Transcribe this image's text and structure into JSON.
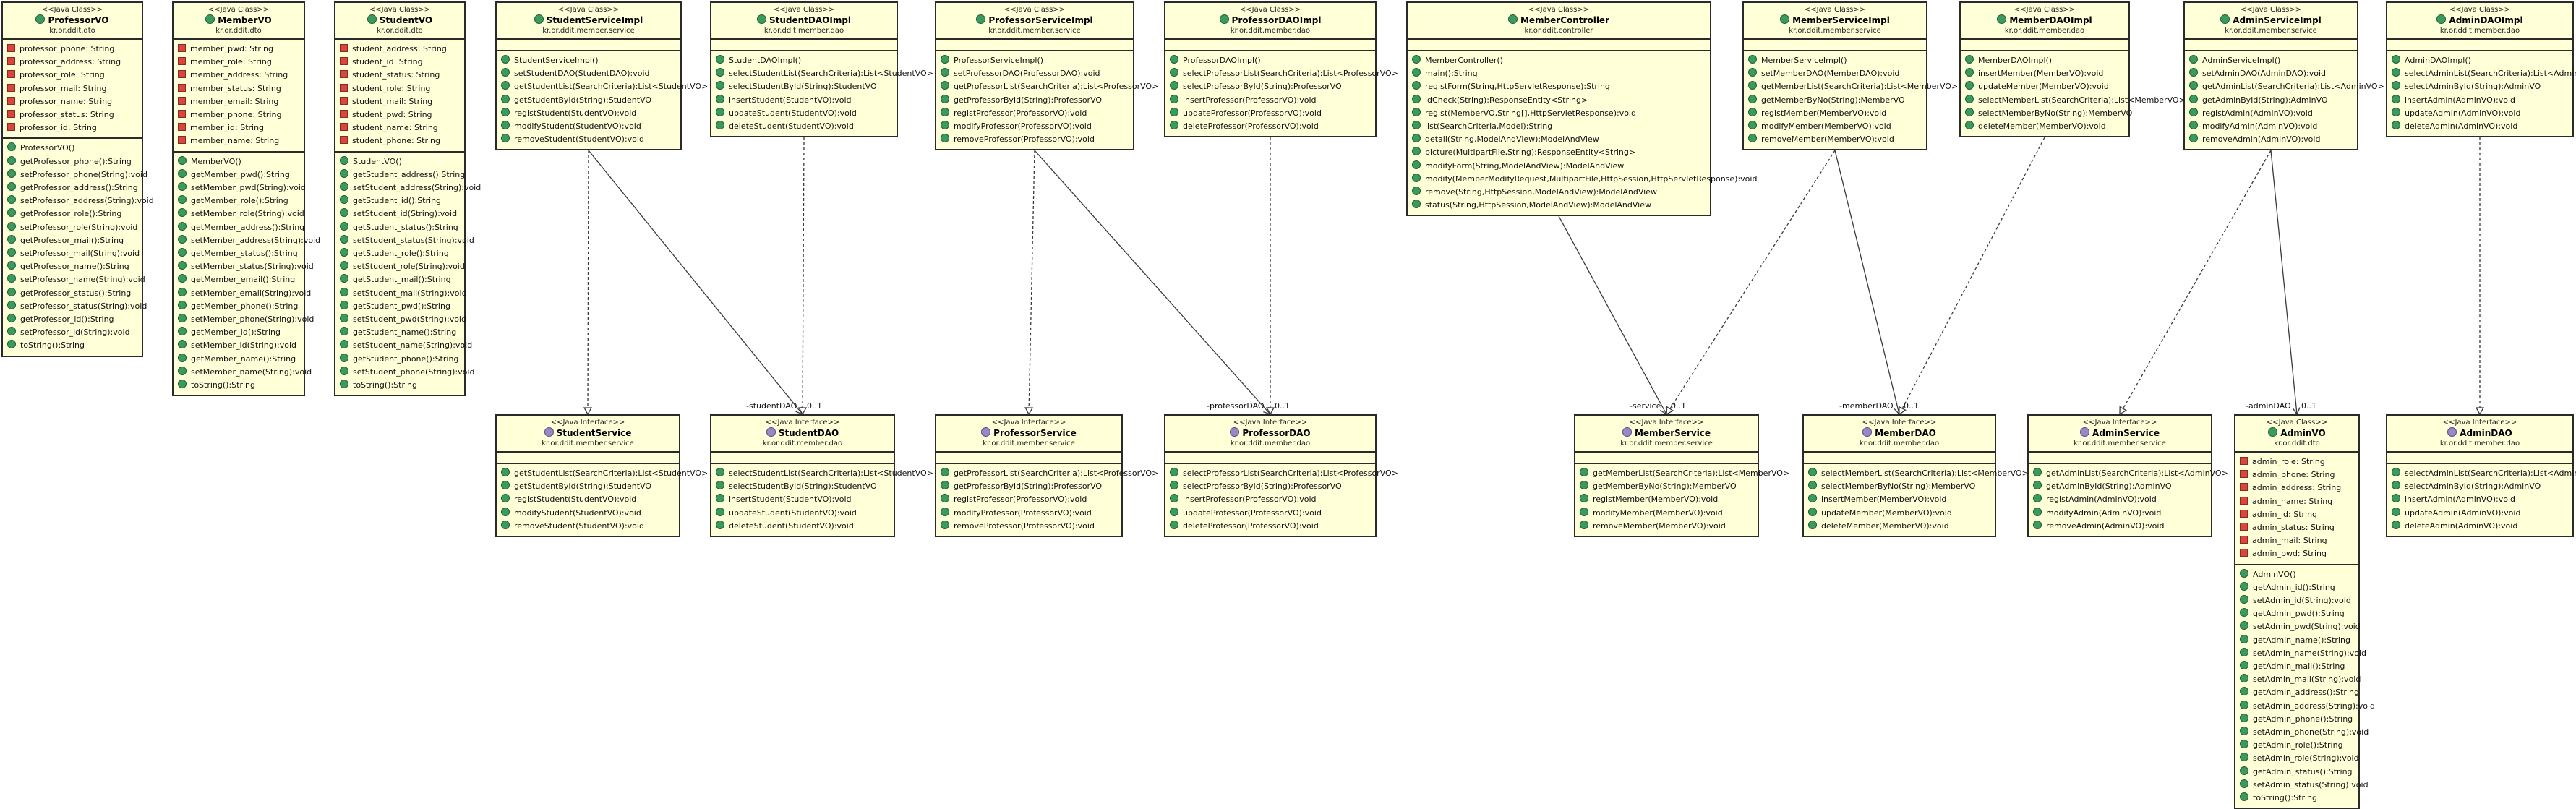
{
  "classes": [
    {
      "id": "ProfessorVO",
      "stereotype": "<<Java Class>>",
      "name": "ProfessorVO",
      "package": "kr.or.ddit.dto",
      "kind": "class",
      "fields": [
        "professor_phone: String",
        "professor_address: String",
        "professor_role: String",
        "professor_mail: String",
        "professor_name: String",
        "professor_status: String",
        "professor_id: String"
      ],
      "methods": [
        "ProfessorVO()",
        "getProfessor_phone():String",
        "setProfessor_phone(String):void",
        "getProfessor_address():String",
        "setProfessor_address(String):void",
        "getProfessor_role():String",
        "setProfessor_role(String):void",
        "getProfessor_mail():String",
        "setProfessor_mail(String):void",
        "getProfessor_name():String",
        "setProfessor_name(String):void",
        "getProfessor_status():String",
        "setProfessor_status(String):void",
        "getProfessor_id():String",
        "setProfessor_id(String):void",
        "toString():String"
      ]
    },
    {
      "id": "MemberVO",
      "stereotype": "<<Java Class>>",
      "name": "MemberVO",
      "package": "kr.or.ddit.dto",
      "kind": "class",
      "fields": [
        "member_pwd: String",
        "member_role: String",
        "member_address: String",
        "member_status: String",
        "member_email: String",
        "member_phone: String",
        "member_id: String",
        "member_name: String"
      ],
      "methods": [
        "MemberVO()",
        "getMember_pwd():String",
        "setMember_pwd(String):void",
        "getMember_role():String",
        "setMember_role(String):void",
        "getMember_address():String",
        "setMember_address(String):void",
        "getMember_status():String",
        "setMember_status(String):void",
        "getMember_email():String",
        "setMember_email(String):void",
        "getMember_phone():String",
        "setMember_phone(String):void",
        "getMember_id():String",
        "setMember_id(String):void",
        "getMember_name():String",
        "setMember_name(String):void",
        "toString():String"
      ]
    },
    {
      "id": "StudentVO",
      "stereotype": "<<Java Class>>",
      "name": "StudentVO",
      "package": "kr.or.ddit.dto",
      "kind": "class",
      "fields": [
        "student_address: String",
        "student_id: String",
        "student_status: String",
        "student_role: String",
        "student_mail: String",
        "student_pwd: String",
        "student_name: String",
        "student_phone: String"
      ],
      "methods": [
        "StudentVO()",
        "getStudent_address():String",
        "setStudent_address(String):void",
        "getStudent_id():String",
        "setStudent_id(String):void",
        "getStudent_status():String",
        "setStudent_status(String):void",
        "getStudent_role():String",
        "setStudent_role(String):void",
        "getStudent_mail():String",
        "setStudent_mail(String):void",
        "getStudent_pwd():String",
        "setStudent_pwd(String):void",
        "getStudent_name():String",
        "setStudent_name(String):void",
        "getStudent_phone():String",
        "setStudent_phone(String):void",
        "toString():String"
      ]
    },
    {
      "id": "StudentServiceImpl",
      "stereotype": "<<Java Class>>",
      "name": "StudentServiceImpl",
      "package": "kr.or.ddit.member.service",
      "kind": "class",
      "fields": [],
      "methods": [
        "StudentServiceImpl()",
        "setStudentDAO(StudentDAO):void",
        "getStudentList(SearchCriteria):List<StudentVO>",
        "getStudentById(String):StudentVO",
        "registStudent(StudentVO):void",
        "modifyStudent(StudentVO):void",
        "removeStudent(StudentVO):void"
      ]
    },
    {
      "id": "StudentDAOImpl",
      "stereotype": "<<Java Class>>",
      "name": "StudentDAOImpl",
      "package": "kr.or.ddit.member.dao",
      "kind": "class",
      "fields": [],
      "methods": [
        "StudentDAOImpl()",
        "selectStudentList(SearchCriteria):List<StudentVO>",
        "selectStudentById(String):StudentVO",
        "insertStudent(StudentVO):void",
        "updateStudent(StudentVO):void",
        "deleteStudent(StudentVO):void"
      ]
    },
    {
      "id": "ProfessorServiceImpl",
      "stereotype": "<<Java Class>>",
      "name": "ProfessorServiceImpl",
      "package": "kr.or.ddit.member.service",
      "kind": "class",
      "fields": [],
      "methods": [
        "ProfessorServiceImpl()",
        "setProfessorDAO(ProfessorDAO):void",
        "getProfessorList(SearchCriteria):List<ProfessorVO>",
        "getProfessorById(String):ProfessorVO",
        "registProfessor(ProfessorVO):void",
        "modifyProfessor(ProfessorVO):void",
        "removeProfessor(ProfessorVO):void"
      ]
    },
    {
      "id": "ProfessorDAOImpl",
      "stereotype": "<<Java Class>>",
      "name": "ProfessorDAOImpl",
      "package": "kr.or.ddit.member.dao",
      "kind": "class",
      "fields": [],
      "methods": [
        "ProfessorDAOImpl()",
        "selectProfessorList(SearchCriteria):List<ProfessorVO>",
        "selectProfessorById(String):ProfessorVO",
        "insertProfessor(ProfessorVO):void",
        "updateProfessor(ProfessorVO):void",
        "deleteProfessor(ProfessorVO):void"
      ]
    },
    {
      "id": "MemberController",
      "stereotype": "<<Java Class>>",
      "name": "MemberController",
      "package": "kr.or.ddit.controller",
      "kind": "class",
      "fields": [],
      "methods": [
        "MemberController()",
        "main():String",
        "registForm(String,HttpServletResponse):String",
        "idCheck(String):ResponseEntity<String>",
        "regist(MemberVO,String[],HttpServletResponse):void",
        "list(SearchCriteria,Model):String",
        "detail(String,ModelAndView):ModelAndView",
        "picture(MultipartFile,String):ResponseEntity<String>",
        "modifyForm(String,ModelAndView):ModelAndView",
        "modify(MemberModifyRequest,MultipartFile,HttpSession,HttpServletResponse):void",
        "remove(String,HttpSession,ModelAndView):ModelAndView",
        "status(String,HttpSession,ModelAndView):ModelAndView"
      ]
    },
    {
      "id": "MemberServiceImpl",
      "stereotype": "<<Java Class>>",
      "name": "MemberServiceImpl",
      "package": "kr.or.ddit.member.service",
      "kind": "class",
      "fields": [],
      "methods": [
        "MemberServiceImpl()",
        "setMemberDAO(MemberDAO):void",
        "getMemberList(SearchCriteria):List<MemberVO>",
        "getMemberByNo(String):MemberVO",
        "registMember(MemberVO):void",
        "modifyMember(MemberVO):void",
        "removeMember(MemberVO):void"
      ]
    },
    {
      "id": "MemberDAOImpl",
      "stereotype": "<<Java Class>>",
      "name": "MemberDAOImpl",
      "package": "kr.or.ddit.member.dao",
      "kind": "class",
      "fields": [],
      "methods": [
        "MemberDAOImpl()",
        "insertMember(MemberVO):void",
        "updateMember(MemberVO):void",
        "selectMemberList(SearchCriteria):List<MemberVO>",
        "selectMemberByNo(String):MemberVO",
        "deleteMember(MemberVO):void"
      ]
    },
    {
      "id": "AdminServiceImpl",
      "stereotype": "<<Java Class>>",
      "name": "AdminServiceImpl",
      "package": "kr.or.ddit.member.service",
      "kind": "class",
      "fields": [],
      "methods": [
        "AdminServiceImpl()",
        "setAdminDAO(AdminDAO):void",
        "getAdminList(SearchCriteria):List<AdminVO>",
        "getAdminById(String):AdminVO",
        "registAdmin(AdminVO):void",
        "modifyAdmin(AdminVO):void",
        "removeAdmin(AdminVO):void"
      ]
    },
    {
      "id": "AdminDAOImpl",
      "stereotype": "<<Java Class>>",
      "name": "AdminDAOImpl",
      "package": "kr.or.ddit.member.dao",
      "kind": "class",
      "fields": [],
      "methods": [
        "AdminDAOImpl()",
        "selectAdminList(SearchCriteria):List<AdminVO>",
        "selectAdminById(String):AdminVO",
        "insertAdmin(AdminVO):void",
        "updateAdmin(AdminVO):void",
        "deleteAdmin(AdminVO):void"
      ]
    },
    {
      "id": "StudentService",
      "stereotype": "<<Java Interface>>",
      "name": "StudentService",
      "package": "kr.or.ddit.member.service",
      "kind": "interface",
      "fields": [],
      "methods": [
        "getStudentList(SearchCriteria):List<StudentVO>",
        "getStudentById(String):StudentVO",
        "registStudent(StudentVO):void",
        "modifyStudent(StudentVO):void",
        "removeStudent(StudentVO):void"
      ]
    },
    {
      "id": "StudentDAO",
      "stereotype": "<<Java Interface>>",
      "name": "StudentDAO",
      "package": "kr.or.ddit.member.dao",
      "kind": "interface",
      "fields": [],
      "methods": [
        "selectStudentList(SearchCriteria):List<StudentVO>",
        "selectStudentById(String):StudentVO",
        "insertStudent(StudentVO):void",
        "updateStudent(StudentVO):void",
        "deleteStudent(StudentVO):void"
      ]
    },
    {
      "id": "ProfessorService",
      "stereotype": "<<Java Interface>>",
      "name": "ProfessorService",
      "package": "kr.or.ddit.member.service",
      "kind": "interface",
      "fields": [],
      "methods": [
        "getProfessorList(SearchCriteria):List<ProfessorVO>",
        "getProfessorById(String):ProfessorVO",
        "registProfessor(ProfessorVO):void",
        "modifyProfessor(ProfessorVO):void",
        "removeProfessor(ProfessorVO):void"
      ]
    },
    {
      "id": "ProfessorDAO",
      "stereotype": "<<Java Interface>>",
      "name": "ProfessorDAO",
      "package": "kr.or.ddit.member.dao",
      "kind": "interface",
      "fields": [],
      "methods": [
        "selectProfessorList(SearchCriteria):List<ProfessorVO>",
        "selectProfessorById(String):ProfessorVO",
        "insertProfessor(ProfessorVO):void",
        "updateProfessor(ProfessorVO):void",
        "deleteProfessor(ProfessorVO):void"
      ]
    },
    {
      "id": "MemberService",
      "stereotype": "<<Java Interface>>",
      "name": "MemberService",
      "package": "kr.or.ddit.member.service",
      "kind": "interface",
      "fields": [],
      "methods": [
        "getMemberList(SearchCriteria):List<MemberVO>",
        "getMemberByNo(String):MemberVO",
        "registMember(MemberVO):void",
        "modifyMember(MemberVO):void",
        "removeMember(MemberVO):void"
      ]
    },
    {
      "id": "MemberDAO",
      "stereotype": "<<Java Interface>>",
      "name": "MemberDAO",
      "package": "kr.or.ddit.member.dao",
      "kind": "interface",
      "fields": [],
      "methods": [
        "selectMemberList(SearchCriteria):List<MemberVO>",
        "selectMemberByNo(String):MemberVO",
        "insertMember(MemberVO):void",
        "updateMember(MemberVO):void",
        "deleteMember(MemberVO):void"
      ]
    },
    {
      "id": "AdminService",
      "stereotype": "<<Java Interface>>",
      "name": "AdminService",
      "package": "kr.or.ddit.member.service",
      "kind": "interface",
      "fields": [],
      "methods": [
        "getAdminList(SearchCriteria):List<AdminVO>",
        "getAdminById(String):AdminVO",
        "registAdmin(AdminVO):void",
        "modifyAdmin(AdminVO):void",
        "removeAdmin(AdminVO):void"
      ]
    },
    {
      "id": "AdminVO",
      "stereotype": "<<Java Class>>",
      "name": "AdminVO",
      "package": "kr.or.ddit.dto",
      "kind": "class",
      "fields": [
        "admin_role: String",
        "admin_phone: String",
        "admin_address: String",
        "admin_name: String",
        "admin_id: String",
        "admin_status: String",
        "admin_mail: String",
        "admin_pwd: String"
      ],
      "methods": [
        "AdminVO()",
        "getAdmin_id():String",
        "setAdmin_id(String):void",
        "getAdmin_pwd():String",
        "setAdmin_pwd(String):void",
        "getAdmin_name():String",
        "setAdmin_name(String):void",
        "getAdmin_mail():String",
        "setAdmin_mail(String):void",
        "getAdmin_address():String",
        "setAdmin_address(String):void",
        "getAdmin_phone():String",
        "setAdmin_phone(String):void",
        "getAdmin_role():String",
        "setAdmin_role(String):void",
        "getAdmin_status():String",
        "setAdmin_status(String):void",
        "toString():String"
      ]
    },
    {
      "id": "AdminDAO",
      "stereotype": "<<Java Interface>>",
      "name": "AdminDAO",
      "package": "kr.or.ddit.member.dao",
      "kind": "interface",
      "fields": [],
      "methods": [
        "selectAdminList(SearchCriteria):List<AdminVO>",
        "selectAdminById(String):AdminVO",
        "insertAdmin(AdminVO):void",
        "updateAdmin(AdminVO):void",
        "deleteAdmin(AdminVO):void"
      ]
    }
  ],
  "relations": [
    {
      "from": "StudentServiceImpl",
      "to": "StudentService",
      "type": "realization",
      "label": ""
    },
    {
      "from": "StudentServiceImpl",
      "to": "StudentDAO",
      "type": "association",
      "label": "-studentDAO",
      "multiplicity": "0..1"
    },
    {
      "from": "StudentDAOImpl",
      "to": "StudentDAO",
      "type": "realization",
      "label": ""
    },
    {
      "from": "ProfessorServiceImpl",
      "to": "ProfessorService",
      "type": "realization",
      "label": ""
    },
    {
      "from": "ProfessorServiceImpl",
      "to": "ProfessorDAO",
      "type": "association",
      "label": "-professorDAO",
      "multiplicity": "0..1"
    },
    {
      "from": "ProfessorDAOImpl",
      "to": "ProfessorDAO",
      "type": "realization",
      "label": ""
    },
    {
      "from": "MemberController",
      "to": "MemberService",
      "type": "association",
      "label": "-service",
      "multiplicity": "0..1"
    },
    {
      "from": "MemberServiceImpl",
      "to": "MemberService",
      "type": "realization",
      "label": ""
    },
    {
      "from": "MemberServiceImpl",
      "to": "MemberDAO",
      "type": "association",
      "label": "-memberDAO",
      "multiplicity": "0..1"
    },
    {
      "from": "MemberDAOImpl",
      "to": "MemberDAO",
      "type": "realization",
      "label": ""
    },
    {
      "from": "AdminServiceImpl",
      "to": "AdminService",
      "type": "realization",
      "label": ""
    },
    {
      "from": "AdminServiceImpl",
      "to": "AdminVO",
      "type": "association",
      "label": "-adminDAO",
      "multiplicity": "0..1"
    },
    {
      "from": "AdminDAOImpl",
      "to": "AdminDAO",
      "type": "realization",
      "label": ""
    }
  ]
}
